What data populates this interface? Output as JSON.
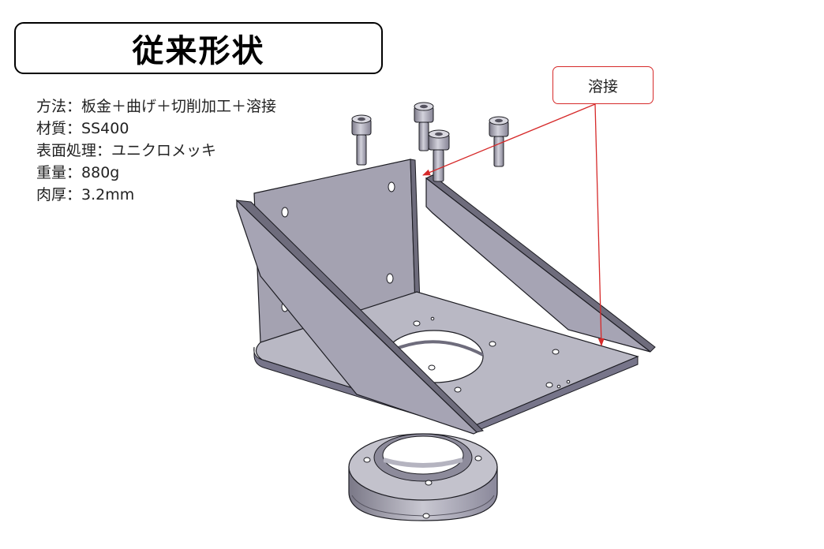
{
  "title": "従来形状",
  "specs": [
    {
      "label": "方法",
      "value": "板金＋曲げ＋切削加工＋溶接"
    },
    {
      "label": "材質",
      "value": "SS400"
    },
    {
      "label": "表面処理",
      "value": "ユニクロメッキ"
    },
    {
      "label": "重量",
      "value": "880g"
    },
    {
      "label": "肉厚",
      "value": "3.2mm"
    }
  ],
  "separator": "：",
  "callout_label": "溶接",
  "colors": {
    "part_light": "#b9b8c4",
    "part_mid": "#9c9aa9",
    "part_dark": "#6e6c7c",
    "outline": "#1c1c22",
    "callout": "#d62a2a"
  }
}
